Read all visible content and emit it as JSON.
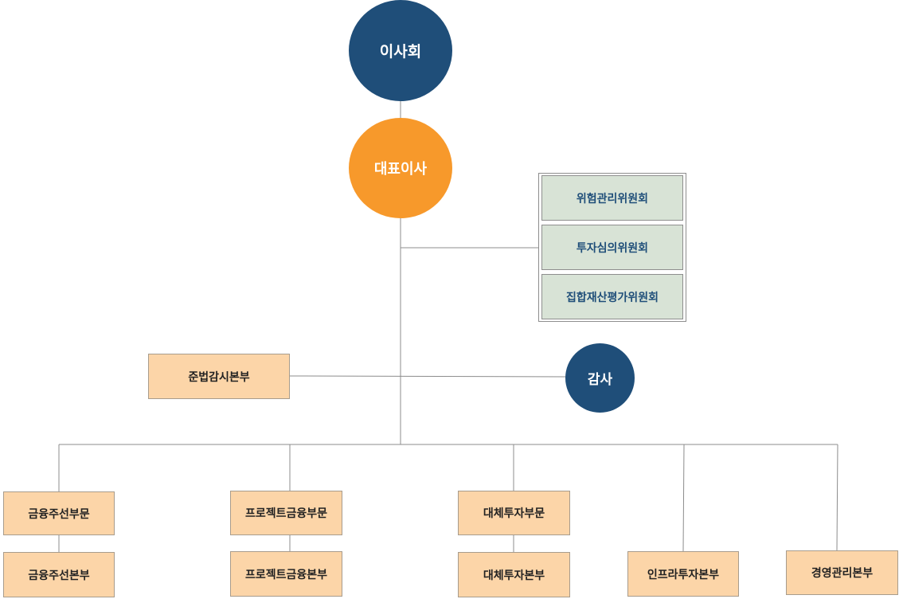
{
  "nodes": {
    "board": "이사회",
    "ceo": "대표이사",
    "committees": [
      "위험관리위원회",
      "투자심의위원회",
      "집합재산평가위원회"
    ],
    "compliance": "준법감시본부",
    "audit": "감사",
    "divisions": [
      {
        "sector": "금융주선부문",
        "unit": "금융주선본부"
      },
      {
        "sector": "프로젝트금융부문",
        "unit": "프로젝트금융본부"
      },
      {
        "sector": "대체투자부문",
        "unit": "대체투자본부"
      }
    ],
    "standalone_units": [
      "인프라투자본부",
      "경영관리본부"
    ]
  },
  "colors": {
    "board": "#1f4e79",
    "ceo": "#f7992b",
    "committee_fill": "#d8e3d6",
    "committee_text": "#1f4e79",
    "unit_fill": "#fcd5a8",
    "connector": "#8c8c8c"
  }
}
